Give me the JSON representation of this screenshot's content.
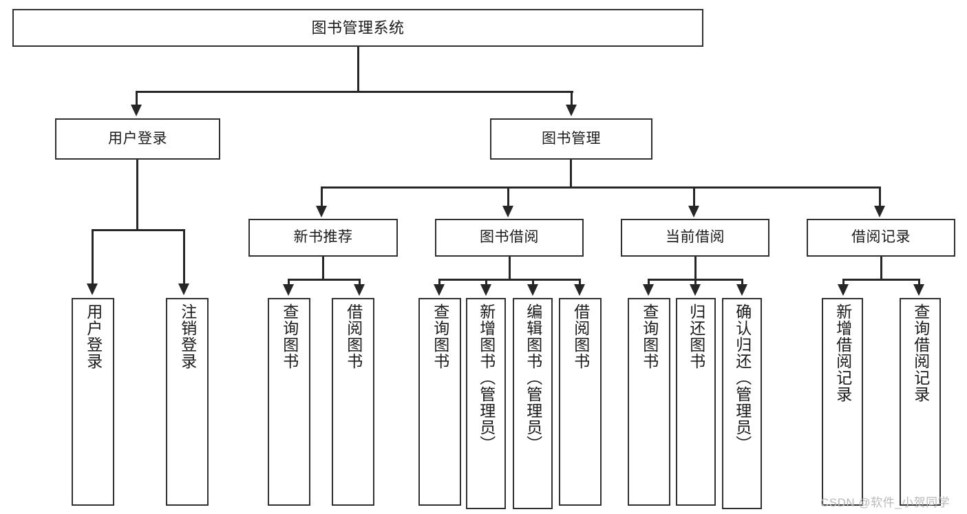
{
  "diagram": {
    "title": "图书管理系统",
    "type": "功能结构图",
    "watermark": "CSDN @软件_小贺同学",
    "colors": {
      "background": "#ffffff",
      "box_border": "#303030",
      "box_fill": "#ffffff",
      "connector": "#262626",
      "text": "#1a1a1a",
      "watermark": "#b9b9b9"
    }
  },
  "nodes": {
    "root": {
      "label": "图书管理系统",
      "level": 1
    },
    "level2": [
      {
        "id": "user-login",
        "label": "用户登录"
      },
      {
        "id": "book-manage",
        "label": "图书管理"
      }
    ],
    "level3": [
      {
        "id": "new-book-recommend",
        "label": "新书推荐"
      },
      {
        "id": "book-borrow",
        "label": "图书借阅"
      },
      {
        "id": "current-borrow",
        "label": "当前借阅"
      },
      {
        "id": "borrow-record",
        "label": "借阅记录"
      }
    ],
    "leaves": {
      "user-login": [
        {
          "id": "leaf-user-login",
          "label": "用户登录"
        },
        {
          "id": "leaf-logout-login",
          "label": "注销登录"
        }
      ],
      "new-book-recommend": [
        {
          "id": "leaf-query-book-1",
          "label": "查询图书"
        },
        {
          "id": "leaf-borrow-book-1",
          "label": "借阅图书"
        }
      ],
      "book-borrow": [
        {
          "id": "leaf-query-book-2",
          "label": "查询图书"
        },
        {
          "id": "leaf-add-book",
          "label": "新增图书（管理员）"
        },
        {
          "id": "leaf-edit-book",
          "label": "编辑图书（管理员）"
        },
        {
          "id": "leaf-borrow-book-2",
          "label": "借阅图书"
        }
      ],
      "current-borrow": [
        {
          "id": "leaf-query-book-3",
          "label": "查询图书"
        },
        {
          "id": "leaf-return-book",
          "label": "归还图书"
        },
        {
          "id": "leaf-confirm-return",
          "label": "确认归还（管理员）"
        }
      ],
      "borrow-record": [
        {
          "id": "leaf-add-record",
          "label": "新增借阅记录"
        },
        {
          "id": "leaf-query-record",
          "label": "查询借阅记录"
        }
      ]
    }
  }
}
